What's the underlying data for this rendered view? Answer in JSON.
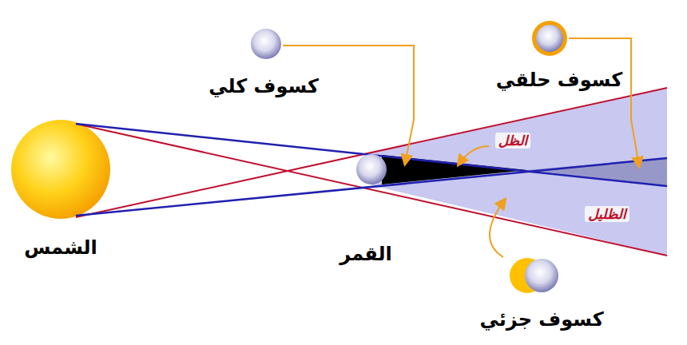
{
  "diagram": {
    "labels": [
      "كسوف كلي",
      "كسوف حلقي",
      "الظل",
      "الظليل",
      "الشمس",
      "القمر",
      "كسوف جزئي"
    ]
  }
}
